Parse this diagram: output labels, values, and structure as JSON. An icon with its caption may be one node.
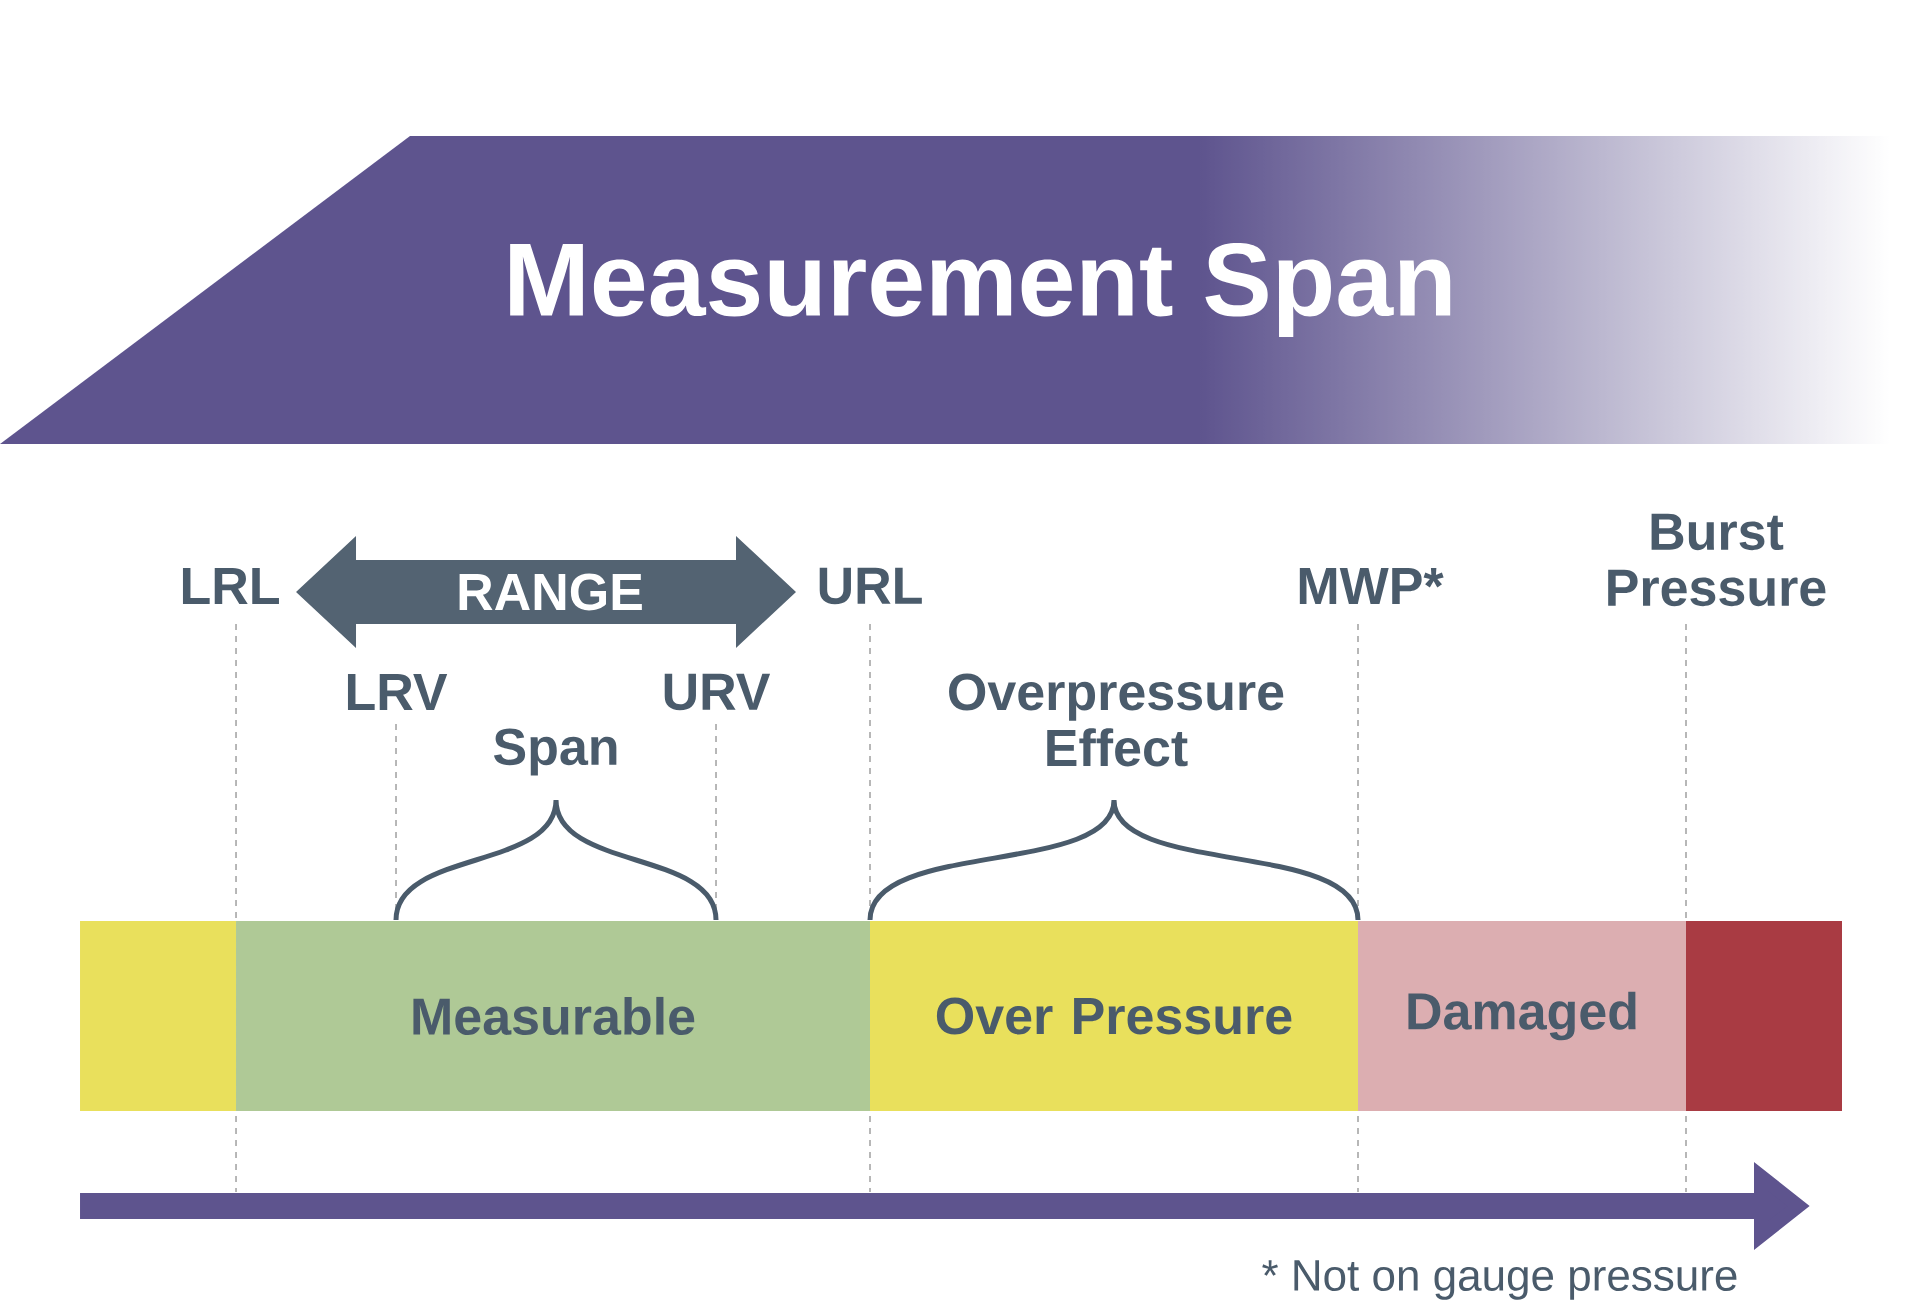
{
  "diagram": {
    "nodes": [
      {
        "text": [
          "Measurement Span"
        ]
      },
      {
        "text": [
          "RANGE"
        ]
      },
      {
        "text": [],
        "shape": "bar"
      },
      {
        "text": [
          "Measurable"
        ]
      },
      {
        "text": [
          "Over Pressure"
        ]
      },
      {
        "text": [
          "Damaged"
        ]
      },
      {
        "text": [],
        "shape": "bar"
      }
    ],
    "edges": [],
    "labels": [
      "LRL",
      "URL",
      "MWP*",
      "Burst Pressure",
      "LRV",
      "URV",
      "Span",
      "Overpressure Effect",
      "* Not on gauge pressure"
    ]
  }
}
